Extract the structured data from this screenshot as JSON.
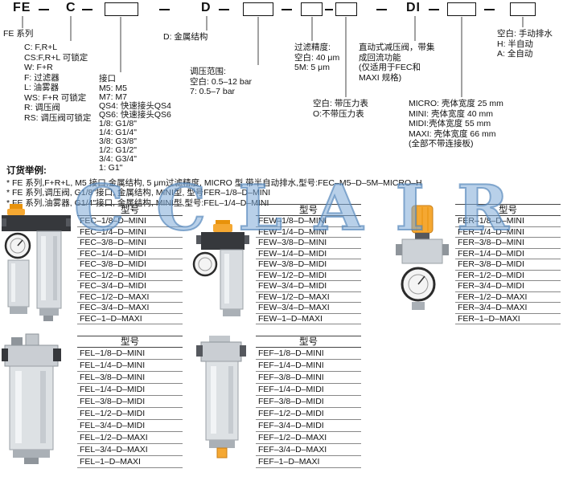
{
  "order_code": {
    "series": "FE",
    "function": "C",
    "construction": "D",
    "integrated": "DI"
  },
  "annotations": {
    "series": {
      "lines": [
        "FE 系列"
      ]
    },
    "function": {
      "lines": [
        "C: F,R+L",
        "CS:F,R+L 可锁定",
        "W: F+R",
        "F: 过滤器",
        "L: 油雾器",
        "WS: F+R 可锁定",
        "R: 调压阀",
        "RS: 调压阀可锁定"
      ]
    },
    "ports": {
      "title": "接口",
      "lines": [
        "M5: M5",
        "M7: M7",
        "QS4: 快速接头QS4",
        "QS6: 快速接头QS6",
        "1/8: G1/8\"",
        "1/4: G1/4\"",
        "3/8: G3/8\"",
        "1/2: G1/2\"",
        "3/4: G3/4\"",
        "1: G1\""
      ]
    },
    "construction": {
      "lines": [
        "D: 金属结构"
      ]
    },
    "pressure_range": {
      "title": "调压范围:",
      "lines": [
        "空白: 0.5–12 bar",
        "7: 0.5–7 bar"
      ]
    },
    "filtration": {
      "title": "过滤精度:",
      "lines": [
        "空白: 40 μm",
        "5M: 5 μm"
      ]
    },
    "gauge": {
      "lines": [
        "空白: 带压力表",
        "O:不带压力表"
      ]
    },
    "di_note": {
      "lines": [
        "直动式减压阀，带集",
        "成回流功能",
        "(仅适用于FEC和",
        "MAXI 规格)"
      ]
    },
    "sizes": {
      "lines": [
        "MICRO: 壳体宽度 25 mm",
        "MINI: 壳体宽度 40 mm",
        "MIDI:壳体宽度 55 mm",
        "MAXI: 壳体宽度 66 mm",
        "(全部不带连接板)"
      ]
    },
    "drain": {
      "lines": [
        "空白: 手动排水",
        "H: 半自动",
        "A: 全自动"
      ]
    }
  },
  "examples": {
    "title": "订货举例:",
    "lines": [
      "* FE 系列,F+R+L, M5 接口,金属结构, 5 μm过滤精度, MICRO 型 带半自动排水,型号:FEC–M5–D–5M–MICRO–H",
      "* FE 系列,调压阀, G1/8\"接口, 金属结构, MINI型, 型号FER–1/8–D–MINI",
      "* FE 系列,油雾器, G1/4\"接口, 金属结构, MINI型,型号:FEL–1/4–D–MINI"
    ]
  },
  "watermark": "CCLAIR",
  "tables": [
    {
      "header": "型号",
      "rows": [
        "FEC–1/8–D–MINI",
        "FEC–1/4–D–MINI",
        "FEC–3/8–D–MINI",
        "FEC–1/4–D–MIDI",
        "FEC–3/8–D–MIDI",
        "FEC–1/2–D–MIDI",
        "FEC–3/4–D–MIDI",
        "FEC–1/2–D–MAXI",
        "FEC–3/4–D–MAXI",
        "FEC–1–D–MAXI"
      ]
    },
    {
      "header": "型号",
      "rows": [
        "FEW–1/8–D–MINI",
        "FEW–1/4–D–MINI",
        "FEW–3/8–D–MINI",
        "FEW–1/4–D–MIDI",
        "FEW–3/8–D–MIDI",
        "FEW–1/2–D–MIDI",
        "FEW–3/4–D–MIDI",
        "FEW–1/2–D–MAXI",
        "FEW–3/4–D–MAXI",
        "FEW–1–D–MAXI"
      ]
    },
    {
      "header": "型号",
      "rows": [
        "FER–1/8–D–MINI",
        "FER–1/4–D–MINI",
        "FER–3/8–D–MINI",
        "FER–1/4–D–MIDI",
        "FER–3/8–D–MIDI",
        "FER–1/2–D–MIDI",
        "FER–3/4–D–MIDI",
        "FER–1/2–D–MAXI",
        "FER–3/4–D–MAXI",
        "FER–1–D–MAXI"
      ]
    },
    {
      "header": "型号",
      "rows": [
        "FEL–1/8–D–MINI",
        "FEL–1/4–D–MINI",
        "FEL–3/8–D–MINI",
        "FEL–1/4–D–MIDI",
        "FEL–3/8–D–MIDI",
        "FEL–1/2–D–MIDI",
        "FEL–3/4–D–MIDI",
        "FEL–1/2–D–MAXI",
        "FEL–3/4–D–MAXI",
        "FEL–1–D–MAXI"
      ]
    },
    {
      "header": "型号",
      "rows": [
        "FEF–1/8–D–MINI",
        "FEF–1/4–D–MINI",
        "FEF–3/8–D–MINI",
        "FEF–1/4–D–MIDI",
        "FEF–3/8–D–MIDI",
        "FEF–1/2–D–MIDI",
        "FEF–3/4–D–MIDI",
        "FEF–1/2–D–MAXI",
        "FEF–3/4–D–MAXI",
        "FEF–1–D–MAXI"
      ]
    }
  ]
}
